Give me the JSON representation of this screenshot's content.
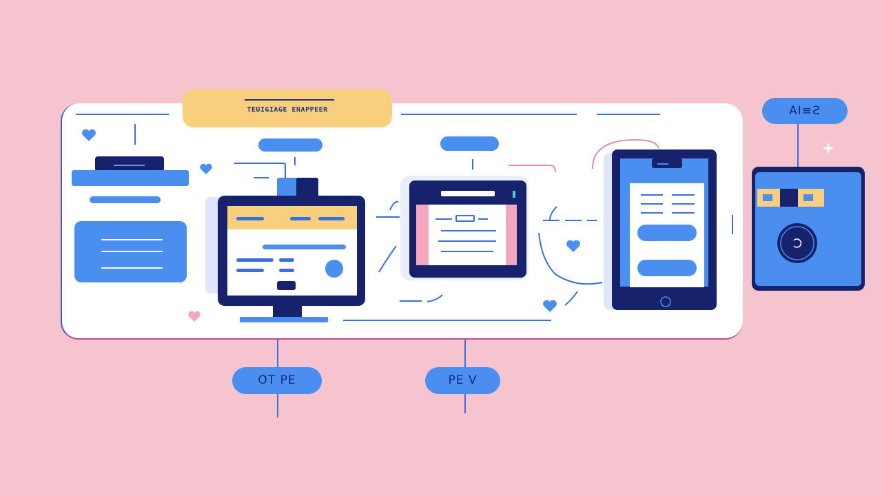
{
  "diagram": {
    "title": "TEUIGIAGE ENAPPEER",
    "labels": {
      "top_right": "AI≡Ƨ",
      "bottom_left": "OT PE",
      "bottom_right": "PE V"
    }
  },
  "colors": {
    "background": "#f5c4cf",
    "panel": "#ffffff",
    "blue": "#4a8ef0",
    "navy": "#16226b",
    "yellow": "#f8cf7c",
    "pink": "#f3a6be"
  },
  "icons": [
    "heart-icon",
    "camera-icon",
    "sparkle-icon",
    "monitor-icon",
    "tablet-icon",
    "phone-icon"
  ]
}
